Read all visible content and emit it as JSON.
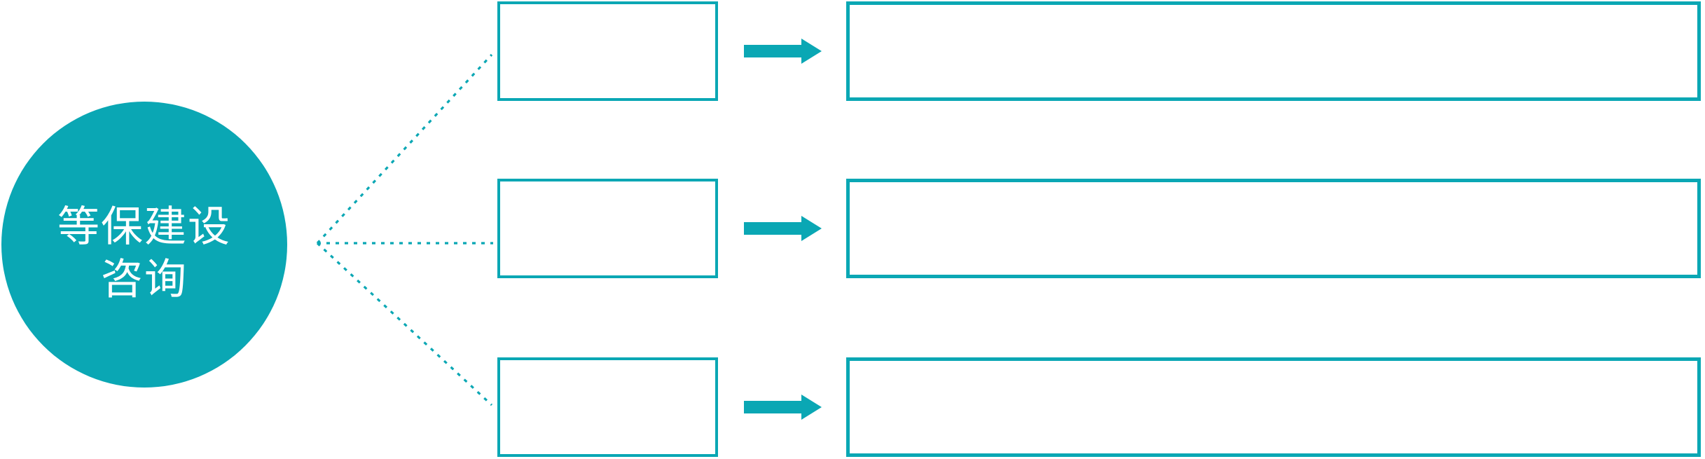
{
  "colors": {
    "accent": "#0aa7b4",
    "background": "#ffffff",
    "text_on_accent": "#ffffff"
  },
  "root_node": {
    "label": "等保建设咨询",
    "line1": "等保建设",
    "line2": "咨询"
  },
  "branches": [
    {
      "step_label": "",
      "detail_label": ""
    },
    {
      "step_label": "",
      "detail_label": ""
    },
    {
      "step_label": "",
      "detail_label": ""
    }
  ],
  "icons": {
    "branch_arrow": "arrow-right-icon",
    "connector": "dotted-line"
  }
}
